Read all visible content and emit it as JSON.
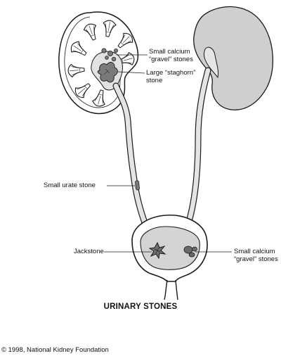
{
  "labels": {
    "kidney_gravel": [
      "Small calcium",
      "“gravel” stones"
    ],
    "staghorn": [
      "Large “staghorn”",
      "stone"
    ],
    "urate": "Small urate stone",
    "jackstone": "Jackstone",
    "bladder_gravel": [
      "Small calcium",
      "“gravel” stones"
    ]
  },
  "title": "URINARY STONES",
  "copyright": "© 1998, National Kidney Foundation",
  "colors": {
    "outline": "#1a1a1a",
    "kidney_fill": "#cfcfcf",
    "stone_fill": "#7a7a7a",
    "bladder_fill": "#d4d4d4"
  }
}
